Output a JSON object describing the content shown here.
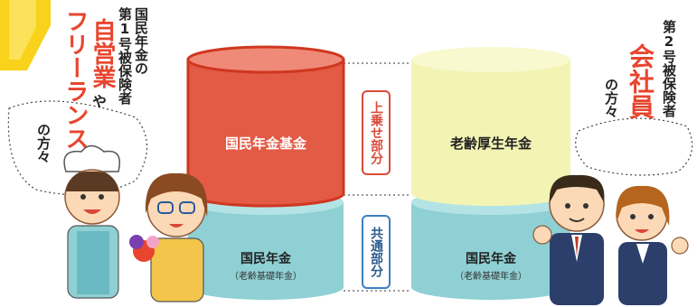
{
  "left_group": {
    "line1": "国民年金の",
    "line2": "第1号被保険者",
    "highlight1": "自営業",
    "connector": "や",
    "highlight2": "フリーランス",
    "suffix": "の方々"
  },
  "right_group": {
    "line1": "第2号被保険者",
    "highlight": "会社員",
    "suffix": "の方々"
  },
  "columns": {
    "left_upper": "国民年金基金",
    "left_lower": "国民年金",
    "left_lower_sub": "（老齢基礎年金）",
    "right_upper": "老齢厚生年金",
    "right_lower": "国民年金",
    "right_lower_sub": "（老齢基礎年金）"
  },
  "middle": {
    "upper": "上乗せ部分",
    "lower": "共通部分"
  },
  "colors": {
    "red": "#e35a45",
    "yellow": "#f3f4b4",
    "teal": "#8fd0d4",
    "accent_red": "#e8452e",
    "arrow_yellow": "#f8d21b"
  }
}
